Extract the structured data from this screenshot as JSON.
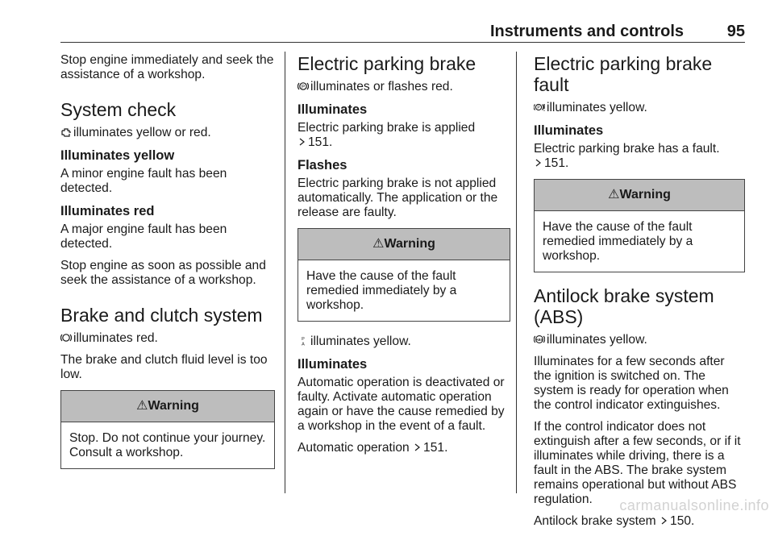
{
  "header": {
    "title": "Instruments and controls",
    "page": "95"
  },
  "col1": {
    "intro": "Stop engine immediately and seek the assistance of a workshop.",
    "system_check": {
      "heading": "System check",
      "desc": "illuminates yellow or red.",
      "yellow_heading": "Illuminates yellow",
      "yellow_text": "A minor engine fault has been detected.",
      "red_heading": "Illuminates red",
      "red_text": "A major engine fault has been detected.",
      "red_text2": "Stop engine as soon as possible and seek the assistance of a workshop."
    },
    "brake_clutch": {
      "heading": "Brake and clutch system",
      "desc": "illuminates red.",
      "text": "The brake and clutch fluid level is too low."
    },
    "warning": {
      "title": "Warning",
      "text": "Stop. Do not continue your journey. Consult a workshop."
    }
  },
  "col2": {
    "epb": {
      "heading": "Electric parking brake",
      "desc": "illuminates or flashes red.",
      "illum_heading": "Illuminates",
      "illum_text": "Electric parking brake is applied",
      "illum_ref": "151.",
      "flash_heading": "Flashes",
      "flash_text": "Electric parking brake is not applied automatically. The application or the release are faulty."
    },
    "warning": {
      "title": "Warning",
      "text": "Have the cause of the fault remedied immediately by a workshop."
    },
    "auto": {
      "desc": "illuminates yellow.",
      "illum_heading": "Illuminates",
      "illum_text": "Automatic operation is deactivated or faulty. Activate automatic operation again or have the cause remedied by a workshop in the event of a fault.",
      "ref_text": "Automatic operation",
      "ref": "151."
    }
  },
  "col3": {
    "epb_fault": {
      "heading": "Electric parking brake fault",
      "desc": "illuminates yellow.",
      "illum_heading": "Illuminates",
      "illum_text": "Electric parking brake has a fault.",
      "illum_ref": "151."
    },
    "warning": {
      "title": "Warning",
      "text": "Have the cause of the fault remedied immediately by a workshop."
    },
    "abs": {
      "heading": "Antilock brake system (ABS)",
      "desc": "illuminates yellow.",
      "text1": "Illuminates for a few seconds after the ignition is switched on. The system is ready for operation when the control indicator extinguishes.",
      "text2": "If the control indicator does not extinguish after a few seconds, or if it illuminates while driving, there is a fault in the ABS. The brake system remains operational but without ABS regulation.",
      "ref_text": "Antilock brake system",
      "ref": "150."
    }
  },
  "watermark": "carmanualsonline.info"
}
